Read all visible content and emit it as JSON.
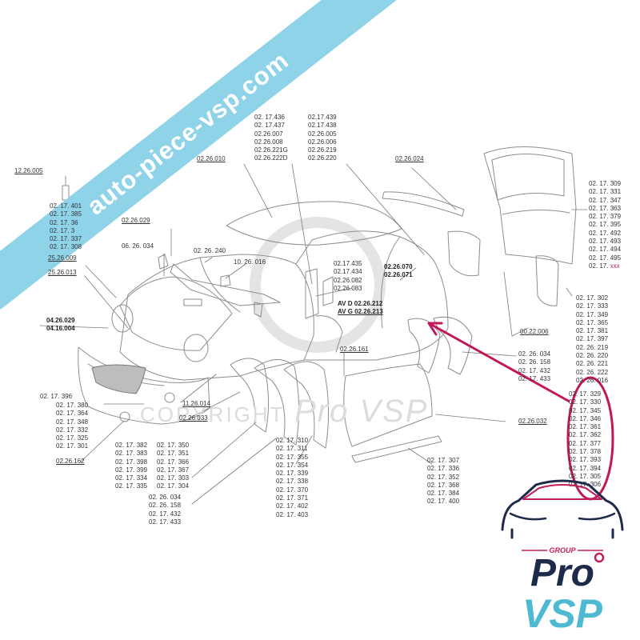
{
  "watermark_banner": "auto-piece-vsp.com",
  "watermark_copyright": "COPYRIGHT",
  "watermark_brand": "Pro VSP",
  "logo": {
    "group": "GROUP",
    "pro": "Pro",
    "vsp": "VSP",
    "color_primary": "#1e2a4a",
    "color_accent": "#c0205a",
    "color_teal": "#4fb9d2"
  },
  "colors": {
    "line": "#9a9a9a",
    "arrow": "#c2185b",
    "banner": "#8fd3e8"
  },
  "labels": {
    "l12_26_005": [
      "12.26.005"
    ],
    "l02_17_401": [
      "02. 17. 401",
      "02. 17. 385",
      "02. 17. 36",
      "02. 17. 3",
      "02. 17. 337",
      "02. 17. 308"
    ],
    "l25_26_009": [
      "25.26.009"
    ],
    "l25_26_013": [
      "25.26.013"
    ],
    "l02_26_029": [
      "02.26.029"
    ],
    "l06_26_034": [
      "06. 26. 034"
    ],
    "l02_26_240": [
      "02. 26. 240"
    ],
    "l10_26_016": [
      "10. 26. 016"
    ],
    "l02_26_010": [
      "02.26.010"
    ],
    "l02_17_436": [
      "02. 17.436",
      "02. 17.437",
      "02.26.007",
      "02.26.008",
      "02.26.221G",
      "02.26.222D"
    ],
    "l02_17_439": [
      "02.17.439",
      "02.17.438",
      "02.26.005",
      "02.26.006",
      "02.26.219",
      "02.26.220"
    ],
    "l02_26_024": [
      "02.26.024"
    ],
    "l02_17_309": [
      "02. 17. 309",
      "02. 17. 331",
      "02. 17. 347",
      "02. 17. 363",
      "02. 17. 379",
      "02. 17. 395",
      "02. 17. 492",
      "02. 17. 493",
      "02. 17. 494",
      "02. 17. 495"
    ],
    "l02_17_xxx_a": "02. 17. ",
    "l02_17_xxx_b": "xxx",
    "l02_17_435": [
      "02.17.435",
      "02.17.434",
      "02.26.082",
      "02.26.083"
    ],
    "l02_26_070": [
      "02.26.070",
      "02.26.071"
    ],
    "l_avd": "AV D 02.26.212",
    "l_avg": "AV G 02.26.213",
    "l04_26_029": [
      "04.26.029",
      "04.16.004"
    ],
    "l02_26_161": [
      "02.26.161"
    ],
    "l00_22_006": [
      "00.22.006"
    ],
    "l02_17_302": [
      "02. 17. 302",
      "02. 17. 333",
      "02. 17. 349",
      "02. 17. 365",
      "02. 17. 381",
      "02. 17. 397",
      "02. 26. 219",
      "02. 26. 220",
      "02. 26. 221",
      "02. 26. 222",
      "02. 26. 016"
    ],
    "l02_26_034_right": [
      "02. 26. 034",
      "02. 26. 158",
      "02. 17. 432",
      "02. 17. 433"
    ],
    "l02_17_329": [
      "02. 17. 329",
      "02. 17. 330",
      "02. 17. 345",
      "02. 17. 346",
      "02. 17. 361",
      "02. 17. 362",
      "02. 17. 377",
      "02. 17. 378",
      "02. 17. 393",
      "02. 17. 394",
      "02. 17. 305",
      "02. 17. 306"
    ],
    "l02_26_032": [
      "02.26.032"
    ],
    "l02_17_396": [
      "02. 17. 396"
    ],
    "l02_17_380": [
      "02. 17. 380",
      "02. 17. 364",
      "02. 17. 348",
      "02. 17. 332",
      "02. 17. 325",
      "02. 17. 301"
    ],
    "l02_26_162": [
      "02.26.162"
    ],
    "l11_26_014": [
      "11.26.014"
    ],
    "l02_26_033": [
      "02.26.033"
    ],
    "l02_17_382": [
      "02. 17. 382",
      "02. 17. 383",
      "02. 17. 398",
      "02. 17. 399",
      "02. 17. 334",
      "02. 17. 335"
    ],
    "l02_17_350": [
      "02. 17. 350",
      "02. 17. 351",
      "02. 17. 366",
      "02. 17. 367",
      "02. 17. 303",
      "02. 17. 304"
    ],
    "l02_26_034_bottom": [
      "02. 26. 034",
      "02. 26. 158",
      "02. 17. 432",
      "02. 17. 433"
    ],
    "l02_17_310": [
      "02. 17. 310",
      "02. 17. 311",
      "02. 17. 355",
      "02. 17. 354",
      "02. 17. 339",
      "02. 17. 338",
      "02. 17. 370",
      "02. 17. 371",
      "02. 17. 402",
      "02. 17. 403"
    ],
    "l02_17_307": [
      "02. 17. 307",
      "02. 17. 336",
      "02. 17. 352",
      "02. 17. 368",
      "02. 17. 384",
      "02. 17. 400"
    ]
  }
}
